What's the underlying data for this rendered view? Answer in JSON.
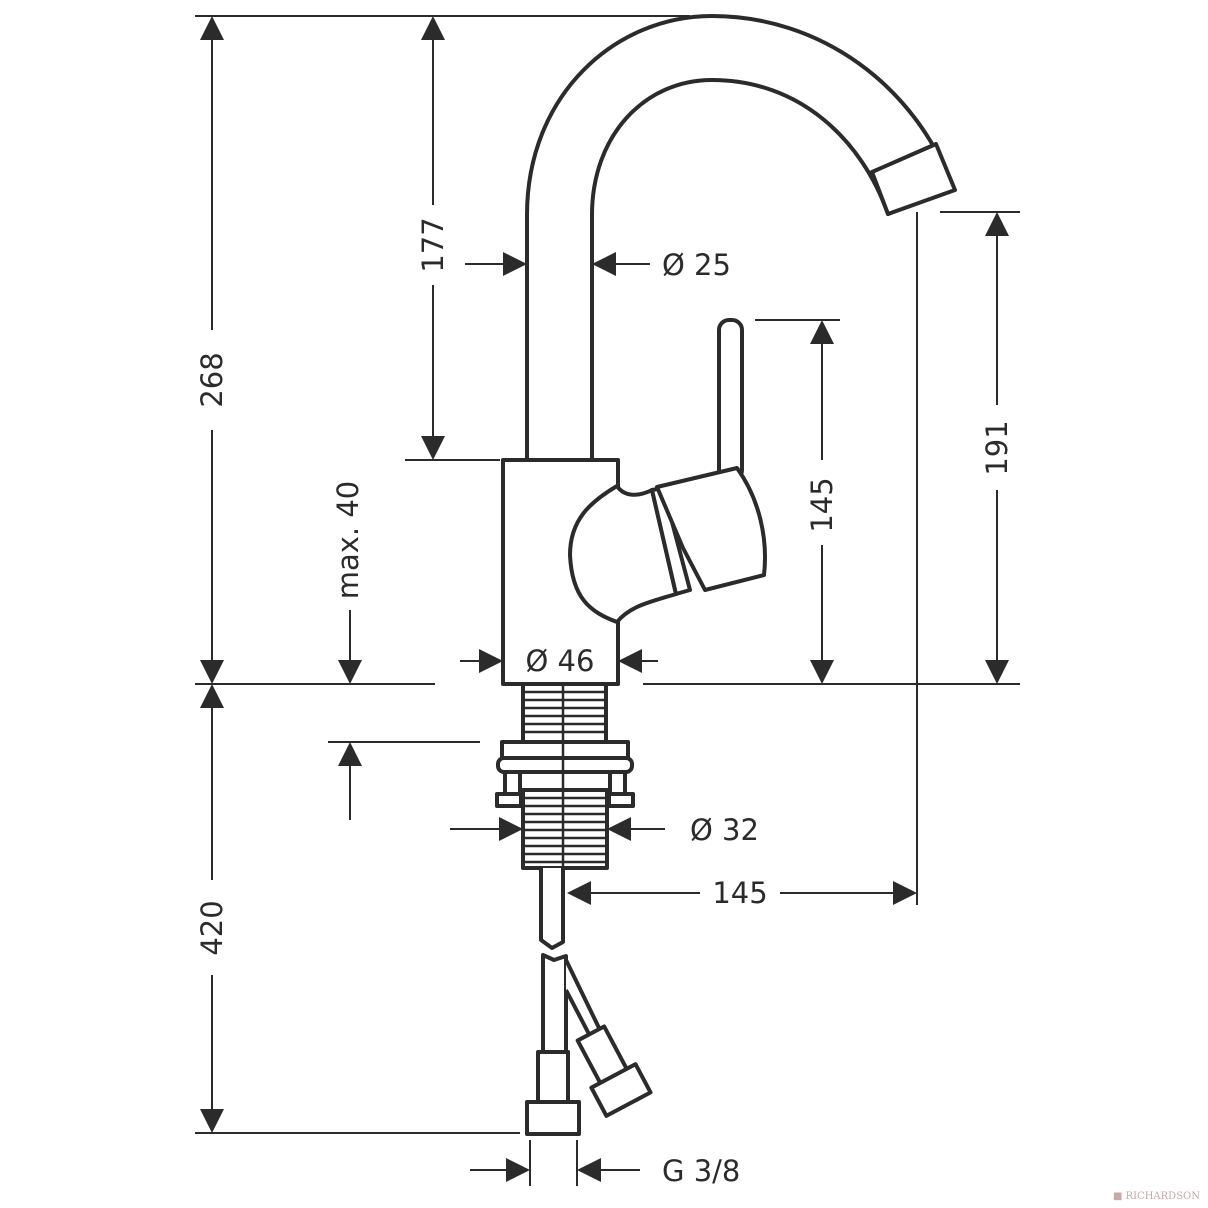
{
  "title": "Faucet dimension drawing",
  "dimensions": {
    "total_height": "268",
    "spout_height": "177",
    "spout_diameter": "Ø 25",
    "lever_height": "145",
    "outlet_height": "191",
    "max_thickness": "max. 40",
    "body_diameter": "Ø 46",
    "shank_diameter": "Ø 32",
    "projection": "145",
    "hose_length": "420",
    "connection": "G 3/8"
  },
  "watermark": "RICHARDSON"
}
